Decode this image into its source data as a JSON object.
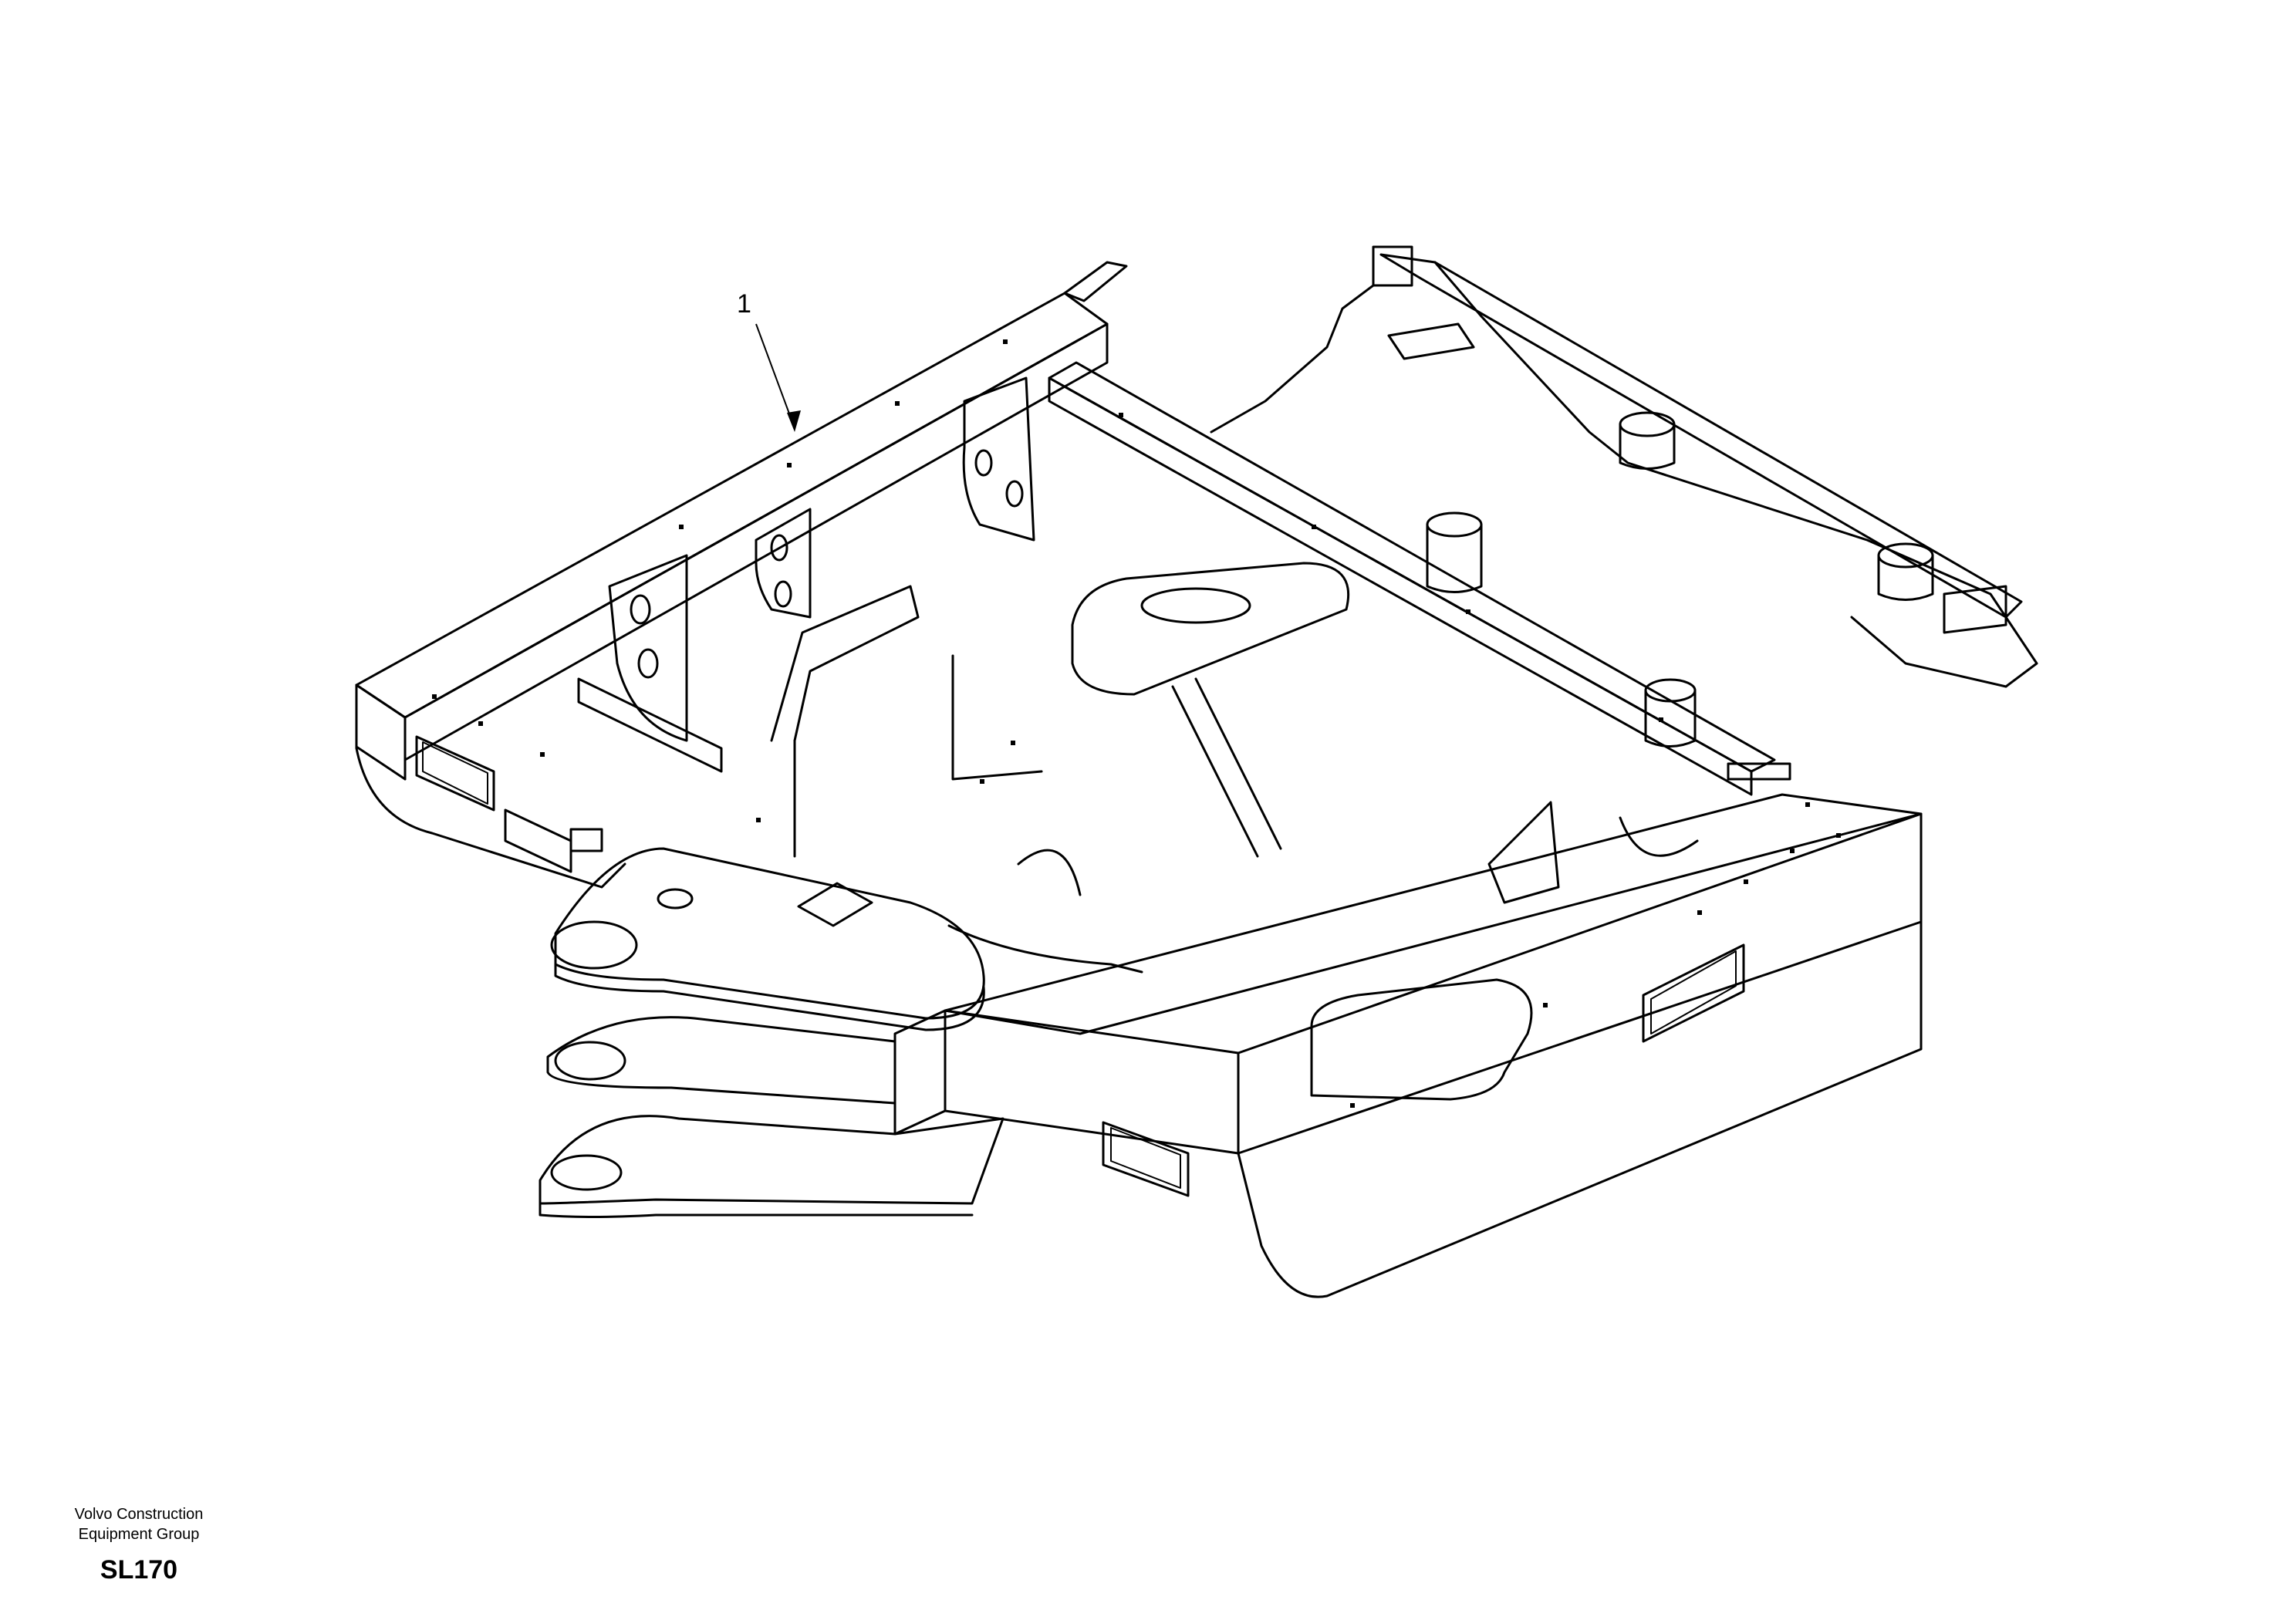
{
  "callout": {
    "number": "1"
  },
  "footer": {
    "company_line1": "Volvo Construction",
    "company_line2": "Equipment Group",
    "drawing_code": "SL170"
  }
}
